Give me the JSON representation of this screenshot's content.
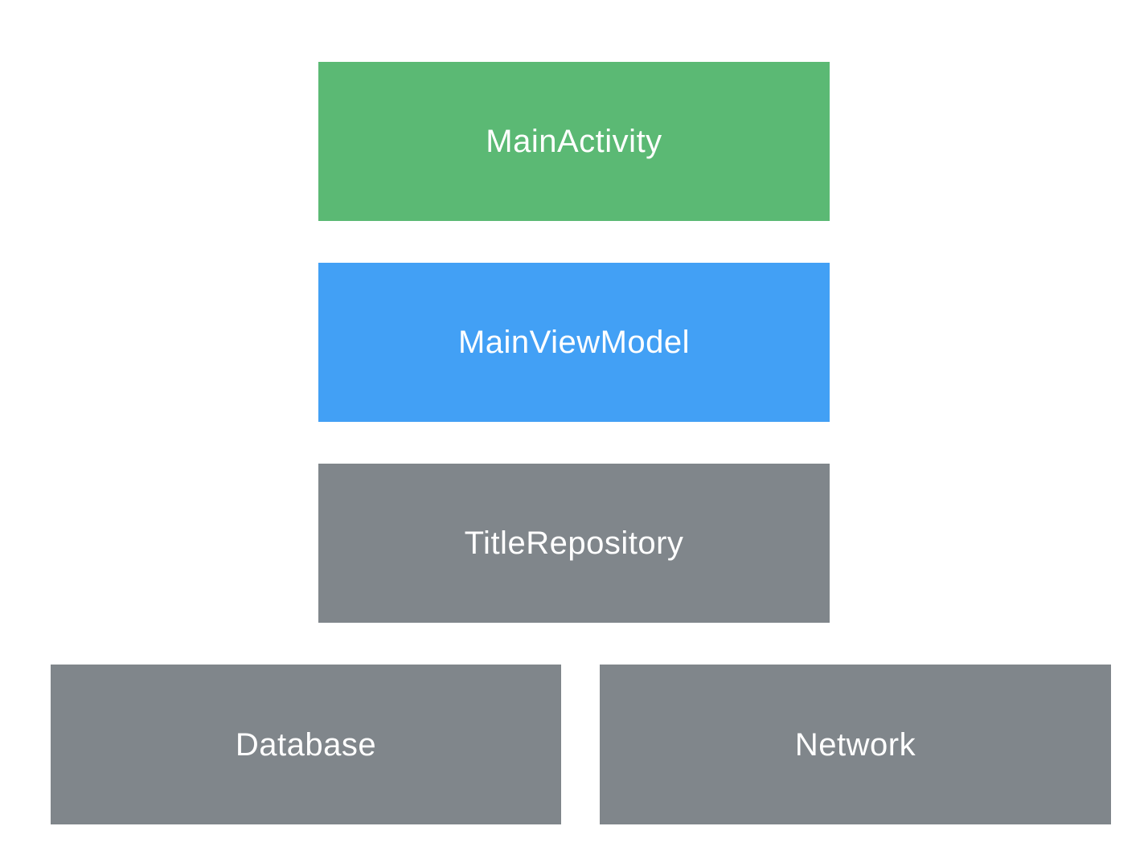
{
  "page": {
    "background_color": "#ffffff"
  },
  "diagram": {
    "boxes": [
      {
        "id": "main-activity",
        "label": "MainActivity",
        "fill_color": "#5bb974",
        "text_color": "#ffffff"
      },
      {
        "id": "main-view-model",
        "label": "MainViewModel",
        "fill_color": "#42a0f5",
        "text_color": "#ffffff"
      },
      {
        "id": "title-repository",
        "label": "TitleRepository",
        "fill_color": "#80868b",
        "text_color": "#ffffff"
      },
      {
        "id": "database",
        "label": "Database",
        "fill_color": "#80868b",
        "text_color": "#ffffff"
      },
      {
        "id": "network",
        "label": "Network",
        "fill_color": "#80868b",
        "text_color": "#ffffff"
      }
    ]
  }
}
